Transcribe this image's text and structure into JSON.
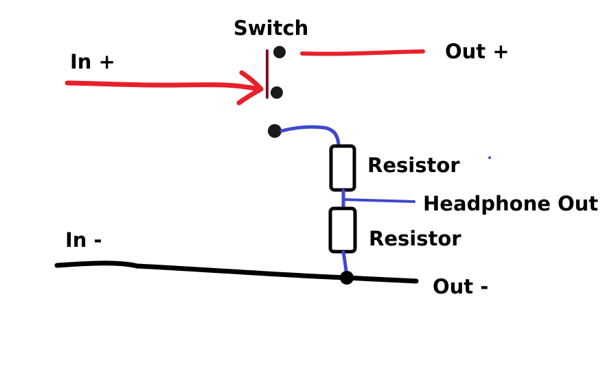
{
  "diagram": {
    "labels": {
      "switch": "Switch",
      "in_plus": "In +",
      "out_plus": "Out +",
      "resistor_top": "Resistor",
      "headphone_out": "Headphone Out",
      "resistor_bottom": "Resistor",
      "in_minus": "In -",
      "out_minus": "Out -"
    },
    "colors": {
      "positive_wire": "#e8202a",
      "resistor_wire": "#3f48cc",
      "ground_wire": "#000000",
      "switch_blade": "#7f1020",
      "terminal": "#1a1a1a"
    }
  }
}
